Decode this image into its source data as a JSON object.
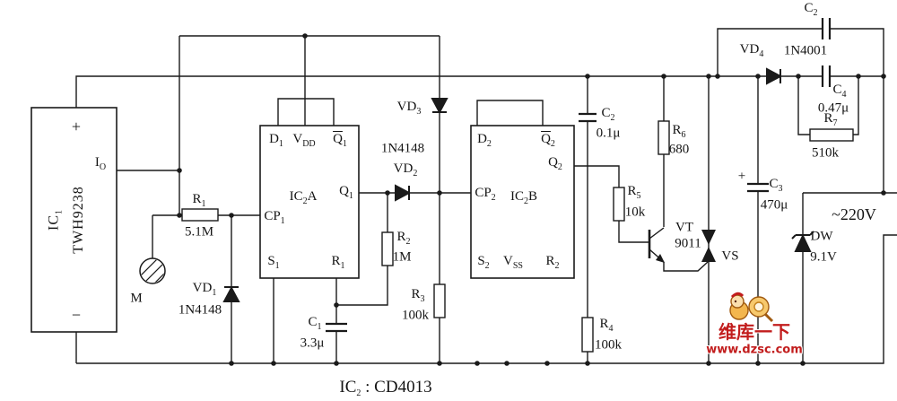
{
  "schematic": {
    "caption": {
      "pre": "IC",
      "sub": "2",
      "post": " : CD4013"
    }
  },
  "colors": {
    "wire": "#1a1a1a",
    "background": "#ffffff",
    "watermark_red": "#c21d1d"
  },
  "ic1": {
    "plus": "+",
    "minus": "−",
    "name": {
      "pre": "IC",
      "sub": "1"
    },
    "part": "TWH9238",
    "io": {
      "pre": "I",
      "sub": "O"
    }
  },
  "ic2a": {
    "name": {
      "pre": "IC",
      "sub": "2",
      "post": "A"
    },
    "d": {
      "pre": "D",
      "sub": "1"
    },
    "vdd": {
      "pre": "V",
      "sub": "DD"
    },
    "qbar": {
      "pre": "Q",
      "sub": "1"
    },
    "q": {
      "pre": "Q",
      "sub": "1"
    },
    "cp": {
      "pre": "CP",
      "sub": "1"
    },
    "s": {
      "pre": "S",
      "sub": "1"
    },
    "r": {
      "pre": "R",
      "sub": "1"
    }
  },
  "ic2b": {
    "name": {
      "pre": "IC",
      "sub": "2",
      "post": "B"
    },
    "d": {
      "pre": "D",
      "sub": "2"
    },
    "vss": {
      "pre": "V",
      "sub": "SS"
    },
    "qbar": {
      "pre": "Q",
      "sub": "2"
    },
    "q": {
      "pre": "Q",
      "sub": "2"
    },
    "cp": {
      "pre": "CP",
      "sub": "2"
    },
    "s": {
      "pre": "S",
      "sub": "2"
    },
    "r": {
      "pre": "R",
      "sub": "2"
    }
  },
  "parts": {
    "r1": {
      "pre": "R",
      "sub": "1",
      "value": "5.1M"
    },
    "m": {
      "label": "M"
    },
    "vd1": {
      "pre": "VD",
      "sub": "1",
      "value": "1N4148"
    },
    "c1": {
      "pre": "C",
      "sub": "1",
      "value": "3.3μ"
    },
    "r2": {
      "pre": "R",
      "sub": "2",
      "value": "1M"
    },
    "r3": {
      "pre": "R",
      "sub": "3",
      "value": "100k"
    },
    "vd2": {
      "pre": "VD",
      "sub": "2",
      "value": "1N4148"
    },
    "vd3": {
      "pre": "VD",
      "sub": "3"
    },
    "c2a": {
      "pre": "C",
      "sub": "2",
      "value": "0.1μ"
    },
    "r4": {
      "pre": "R",
      "sub": "4",
      "value": "100k"
    },
    "r5": {
      "pre": "R",
      "sub": "5",
      "value": "10k"
    },
    "r6": {
      "pre": "R",
      "sub": "6",
      "value": "680"
    },
    "vt": {
      "name": "VT",
      "value": "9011"
    },
    "vs": {
      "name": "VS"
    },
    "c3": {
      "pre": "C",
      "sub": "3",
      "value": "470μ",
      "plus": "+"
    },
    "vd4": {
      "pre": "VD",
      "sub": "4",
      "value": "1N4001"
    },
    "c2top": {
      "pre": "C",
      "sub": "2"
    },
    "c4": {
      "pre": "C",
      "sub": "4",
      "value": "0.47μ"
    },
    "r7": {
      "pre": "R",
      "sub": "7",
      "value": "510k"
    },
    "dw": {
      "name": "DW",
      "value": "9.1V"
    },
    "mains": {
      "label": "~220V"
    }
  },
  "watermark": {
    "line1": "维库一下",
    "line2": "www.dzsc.com"
  }
}
